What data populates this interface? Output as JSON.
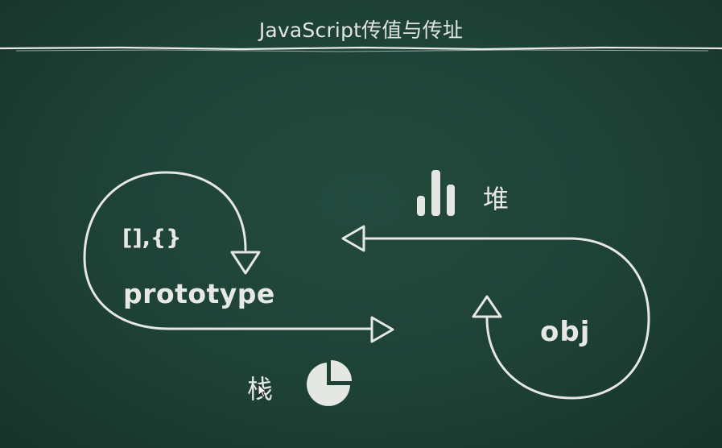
{
  "header": {
    "title": "JavaScript传值与传址"
  },
  "diagram": {
    "left_loop": {
      "code_label": "[],{}",
      "type_label": "prototype"
    },
    "right_loop": {
      "object_label": "obj"
    },
    "heap": {
      "label": "堆",
      "icon": "bar-chart-icon"
    },
    "stack": {
      "label": "栈",
      "icon": "pie-chart-icon"
    },
    "colors": {
      "board": "#1e4136",
      "chalk": "#e6e8e4"
    }
  }
}
